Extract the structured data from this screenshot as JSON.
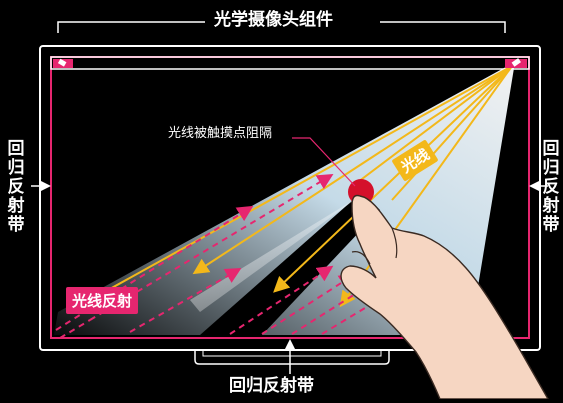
{
  "labels": {
    "optical_camera_module": "光学摄像头组件",
    "retroreflective_band_left": "回归反射带",
    "retroreflective_band_right": "回归反射带",
    "retroreflective_band_bottom": "回归反射带",
    "touch_point_blocking": "光线被触摸点阻隔",
    "light_ray": "光线",
    "light_reflection": "光线反射"
  },
  "colors": {
    "background": "#000000",
    "frame": "#ffffff",
    "reflective_band": "#e6266f",
    "light_ray": "#f3b81a",
    "touch_point": "#d4102b",
    "light_cone": "#cfe6f4"
  },
  "icons": {
    "camera_left": "camera-icon",
    "camera_right": "camera-icon",
    "hand": "hand-icon",
    "touch_point": "touch-point-icon"
  }
}
